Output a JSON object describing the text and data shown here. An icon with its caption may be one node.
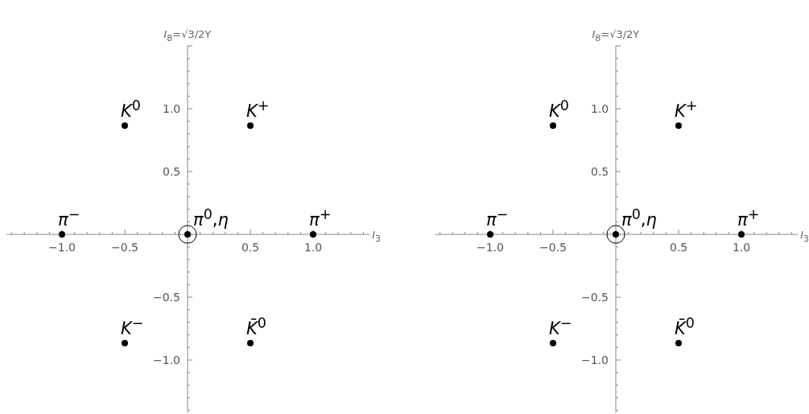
{
  "diagram": {
    "chart_data": {
      "type": "scatter",
      "xlabel": "*I*$_{3}$",
      "ylabel": "*I*$_{8}$=√3/2Y",
      "x": [
        -0.5,
        0.5,
        -1.0,
        0.0,
        0.0,
        1.0,
        -0.5,
        0.5
      ],
      "series": [
        {
          "color": "#000000",
          "values": [
            0.866,
            0.866,
            0.0,
            0.0,
            null,
            0.0,
            -0.866,
            -0.866
          ]
        },
        {
          "color": "#000000",
          "values": [
            null,
            null,
            null,
            null,
            0.0,
            null,
            null,
            null
          ]
        }
      ],
      "xlim": [
        -1.44,
        1.45
      ],
      "ylim": [
        -1.42,
        1.5
      ],
      "xticks": [
        {
          "value": -1.0,
          "label": "−1.0"
        },
        {
          "value": -0.5,
          "label": "−0.5"
        },
        {
          "value": 0.5,
          "label": "0.5"
        },
        {
          "value": 1.0,
          "label": "1.0"
        }
      ],
      "yticks": [
        {
          "value": 1.0,
          "label": "1.0"
        },
        {
          "value": 0.5,
          "label": "0.5"
        },
        {
          "value": -0.5,
          "label": "−0.5"
        },
        {
          "value": -1.0,
          "label": "−1.0"
        }
      ],
      "annotations": [
        {
          "x": -0.5,
          "y": 0.866,
          "text": "*K*$^{0}$"
        },
        {
          "x": 0.5,
          "y": 0.866,
          "text": "*K*$^{+}$"
        },
        {
          "x": -1.0,
          "y": 0.0,
          "text": "*π*$^{−}$"
        },
        {
          "x": 0.0,
          "y": 0.0,
          "text": "*π*$^{0}$,*η*"
        },
        {
          "x": 1.0,
          "y": 0.0,
          "text": "*π*$^{+}$"
        },
        {
          "x": -0.5,
          "y": -0.866,
          "text": "*K*$^{−}$"
        },
        {
          "x": 0.5,
          "y": -0.866,
          "text": "*K̄*$^{0}$"
        }
      ]
    }
  }
}
